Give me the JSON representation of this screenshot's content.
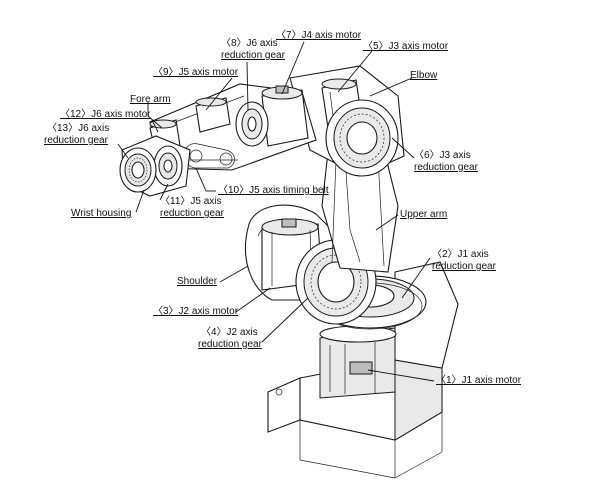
{
  "labels": {
    "j6_red_gear_8_l1": "〈8〉J6 axis",
    "j6_red_gear_8_l2": "reduction gear",
    "j4_motor": "〈7〉J4 axis motor",
    "j3_motor": "〈5〉J3 axis motor",
    "j5_motor": "〈9〉J5 axis motor",
    "elbow": "Elbow",
    "fore_arm": "Fore arm",
    "j6_motor": "〈12〉J6 axis motor",
    "j6_red_gear_13_l1": "〈13〉J6 axis",
    "j6_red_gear_13_l2": "reduction gear",
    "j3_red_gear_l1": "〈6〉J3 axis",
    "j3_red_gear_l2": "reduction gear",
    "j5_timing_belt": "〈10〉J5 axis timing belt",
    "j5_red_gear_l1": "〈11〉J5 axis",
    "j5_red_gear_l2": "reduction gear",
    "wrist_housing": "Wrist housing",
    "upper_arm": "Upper arm",
    "j1_red_gear_l1": "〈2〉J1 axis",
    "j1_red_gear_l2": "reduction gear",
    "shoulder": "Shoulder",
    "j2_motor": "〈3〉J2 axis motor",
    "j2_red_gear_l1": "〈4〉J2 axis",
    "j2_red_gear_l2": "reduction gear",
    "j1_motor": "〈1〉J1 axis motor"
  }
}
